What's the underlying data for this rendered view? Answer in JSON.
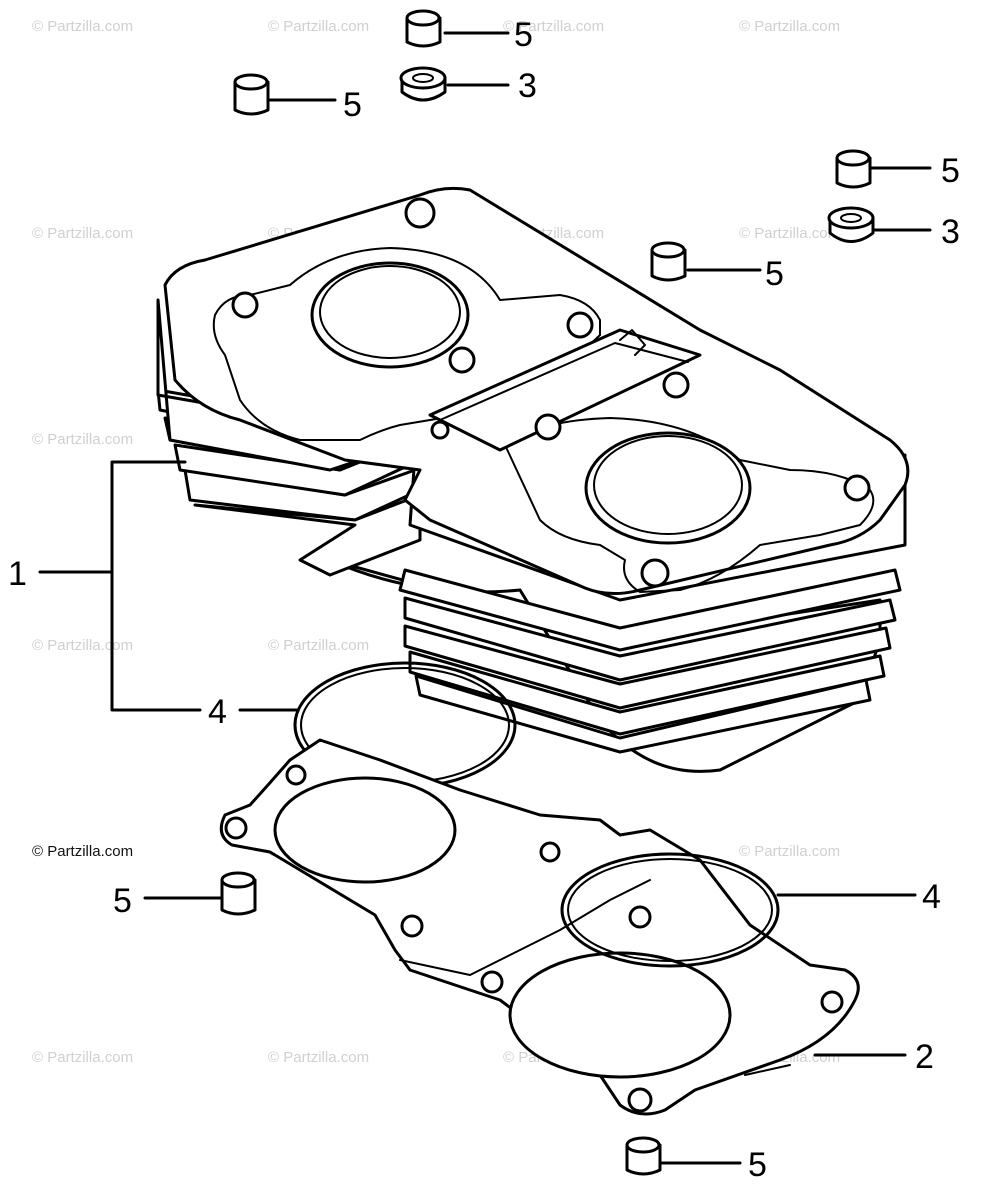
{
  "watermark": {
    "text": "© Partzilla.com",
    "copyright_label": "© Partzilla.com"
  },
  "callouts": [
    {
      "id": "cylinder",
      "label": "1"
    },
    {
      "id": "cylinder-gasket",
      "label": "2"
    },
    {
      "id": "oil-seal-top",
      "label": "3"
    },
    {
      "id": "oil-seal-right",
      "label": "3"
    },
    {
      "id": "o-ring-left",
      "label": "4"
    },
    {
      "id": "o-ring-right",
      "label": "4"
    },
    {
      "id": "dowel-top",
      "label": "5"
    },
    {
      "id": "dowel-left-top",
      "label": "5"
    },
    {
      "id": "dowel-right-top",
      "label": "5"
    },
    {
      "id": "dowel-center",
      "label": "5"
    },
    {
      "id": "dowel-left-bottom",
      "label": "5"
    },
    {
      "id": "dowel-bottom",
      "label": "5"
    }
  ]
}
